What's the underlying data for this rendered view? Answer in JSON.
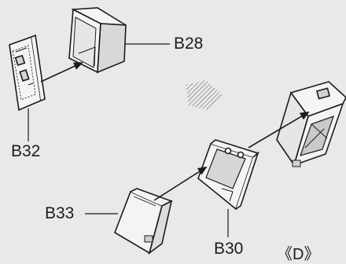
{
  "labels": {
    "b28": "B28",
    "b32": "B32",
    "b33": "B33",
    "b30": "B30",
    "view": "《D》"
  },
  "colors": {
    "background": "#e9e9e7",
    "line": "#1c1c1c",
    "part_fill": "#f4f4f2",
    "shade": "#bdbdbb"
  }
}
